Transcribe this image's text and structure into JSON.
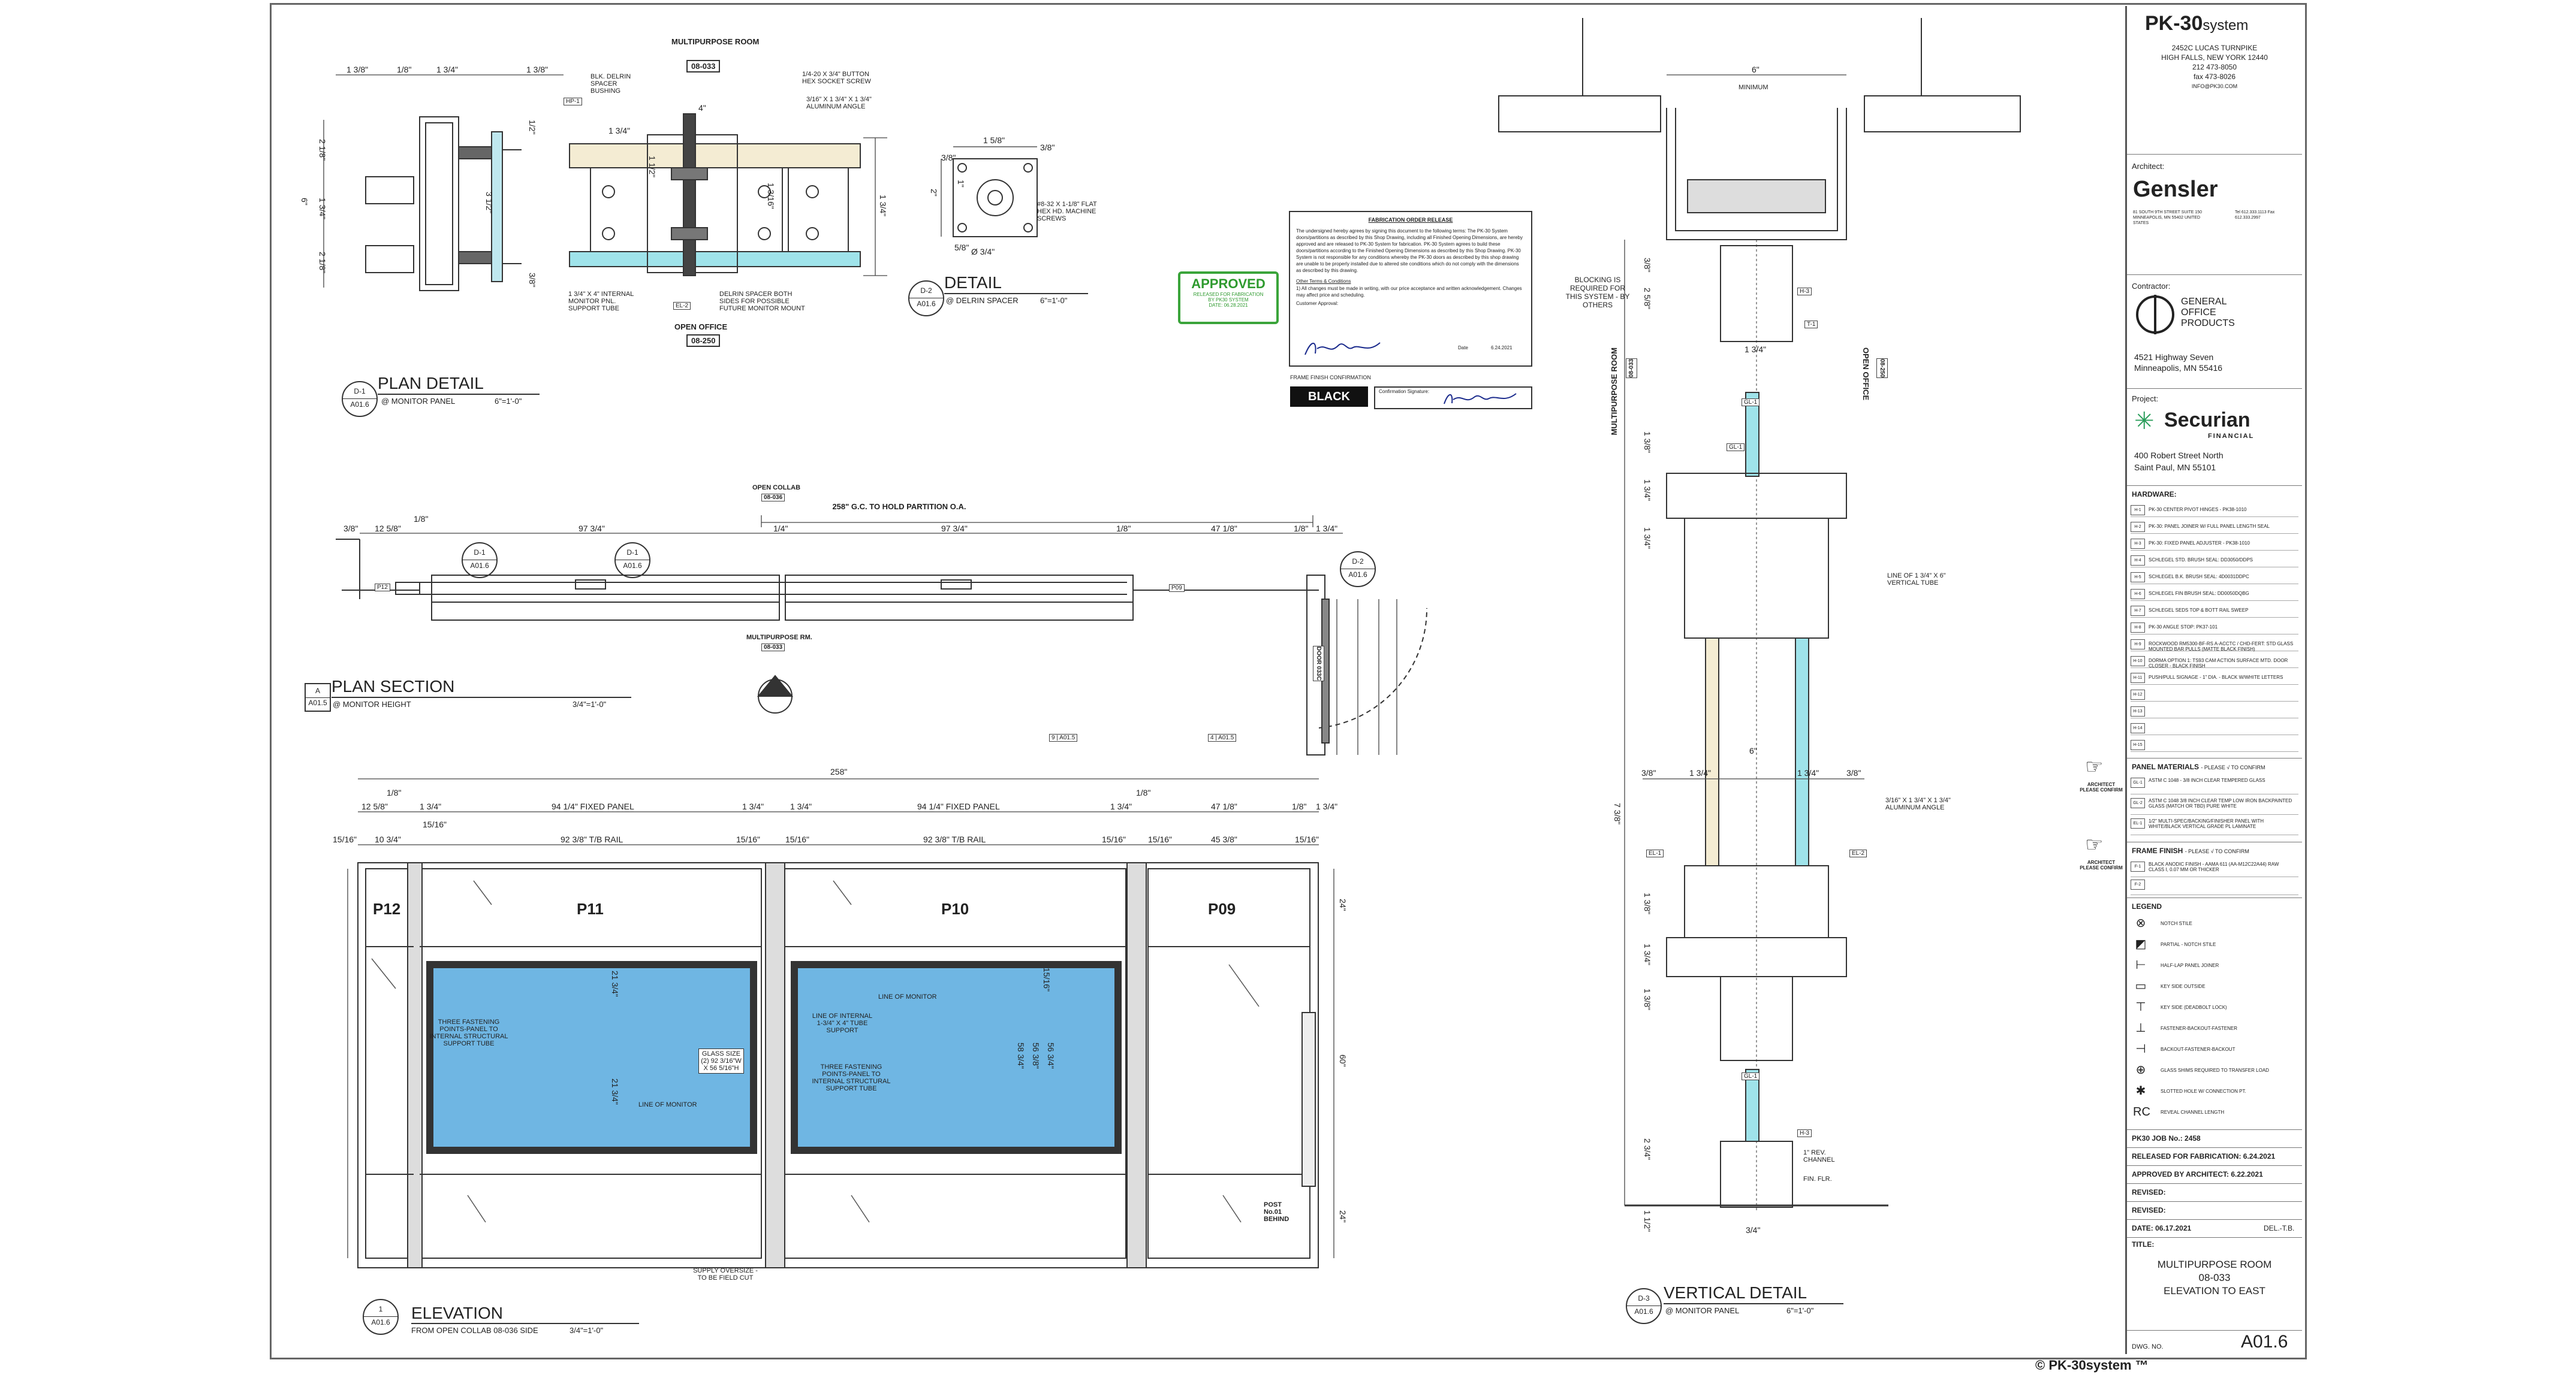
{
  "sheet": {
    "copyright": "© PK-30system ™",
    "accent_glass": "#6fb6e3",
    "accent_wood": "#f4ecd3",
    "accent_cyan": "#9fe3ea"
  },
  "plan_detail": {
    "title": "PLAN DETAIL",
    "subtitle": "@ MONITOR PANEL",
    "scale": "6\"=1'-0\"",
    "bubble_top": "D-1",
    "bubble_bot": "A01.6",
    "room_label": "MULTIPURPOSE ROOM",
    "room_tag": "08-033",
    "office_label": "OPEN OFFICE",
    "office_tag": "08-250",
    "notes": [
      "BLK. DELRIN SPACER BUSHING",
      "1/4-20 X 3/4\" BUTTON HEX SOCKET SCREW",
      "3/16\" X 1 3/4\" X 1 3/4\" ALUMINUM ANGLE",
      "1 3/4\" X 4\" INTERNAL MONITOR PNL. SUPPORT TUBE",
      "DELRIN SPACER BOTH SIDES FOR POSSIBLE FUTURE MONITOR MOUNT"
    ],
    "dims": [
      "1 3/8\"",
      "1/8\"",
      "1 3/4\"",
      "1 3/8\"",
      "1 3/4\"",
      "4\"",
      "2 1/8\"",
      "1 3/4\"",
      "2 1/8\"",
      "3 1/2\"",
      "1/2\"",
      "3/8\"",
      "6\"",
      "1 1/2\"",
      "1 3/16\"",
      "1 3/4\""
    ],
    "keys": [
      "HP-1",
      "EL-2",
      "EL-2"
    ]
  },
  "delrin_detail": {
    "title": "DETAIL",
    "subtitle": "@ DELRIN SPACER",
    "scale": "6\"=1'-0\"",
    "bubble_top": "D-2",
    "bubble_bot": "A01.6",
    "note": "#8-32 X 1-1/8\" FLAT HEX HD. MACHINE SCREWS",
    "dims": [
      "1 5/8\"",
      "3/8\"",
      "3/8\"",
      "1\"",
      "2\"",
      "5/8\"",
      "Ø 3/4\""
    ]
  },
  "fab_release": {
    "title": "FABRICATION ORDER RELEASE",
    "body": "The undersigned hereby agrees by signing this document to the following terms: The PK-30 System doors/partitions as described by this Shop Drawing, including all Finished Opening Dimensions, are hereby approved and are released to PK-30 System for fabrication. PK-30 System agrees to build these doors/partitions according to the Finished Opening Dimensions as described by this Shop Drawing. PK-30 System is not responsible for any conditions whereby the PK-30 doors as described by this shop drawing are unable to be properly installed due to altered site conditions which do not comply with the dimensions as described by this drawing.",
    "terms": "Other Terms & Conditions",
    "terms_body": "1) All changes must be made in writing, with our price acceptance and written acknowledgement. Changes may affect price and scheduling.",
    "customer": "Customer Approval:",
    "date_label": "Date",
    "date_value": "6.24.2021",
    "finish_title": "FRAME FINISH CONFIRMATION",
    "finish_value": "BLACK",
    "confirm_label": "Confirmation Signature:"
  },
  "approved_stamp": {
    "title": "APPROVED",
    "line1": "RELEASED FOR FABRICATION",
    "line2": "BY PK30 SYSTEM",
    "line3": "DATE: 06.28.2021"
  },
  "plan_section": {
    "title": "PLAN SECTION",
    "subtitle": "@ MONITOR HEIGHT",
    "scale": "3/4\"=1'-0\"",
    "bubble_top": "A",
    "bubble_bot": "A01.5",
    "top_label": "OPEN COLLAB",
    "top_tag": "08-036",
    "gc_note": "258\" G.C. TO HOLD PARTITION O.A.",
    "bottom_label": "MULTIPURPOSE RM.",
    "bottom_tag": "08-033",
    "door_tag": "DOOR 033C",
    "dims": [
      "3/8\"",
      "12 5/8\"",
      "1/8\"",
      "97 3/4\"",
      "1/4\"",
      "97 3/4\"",
      "1/8\"",
      "47 1/8\"",
      "1/8\"",
      "1 3/4\""
    ],
    "panel_tags": [
      "P12",
      "P09"
    ],
    "refs": [
      {
        "top": "D-1",
        "bot": "A01.6"
      },
      {
        "top": "D-1",
        "bot": "A01.6"
      },
      {
        "top": "D-2",
        "bot": "A01.6"
      }
    ]
  },
  "elevation": {
    "title": "ELEVATION",
    "subtitle": "FROM OPEN COLLAB 08-036 SIDE",
    "scale": "3/4\"=1'-0\"",
    "bubble_top": "1",
    "bubble_bot": "A01.6",
    "overall": "258\"",
    "top_dims": [
      "1/8\"",
      "12 5/8\"",
      "1 3/4\"",
      "94 1/4\" FIXED PANEL",
      "1 3/4\"",
      "1 3/4\"",
      "94 1/4\" FIXED PANEL",
      "1 3/4\"",
      "1/8\"",
      "47 1/8\"",
      "1/8\"",
      "1 3/4\""
    ],
    "rail_dims": [
      "15/16\"",
      "10 3/4\"",
      "15/16\"",
      "92 3/8\" T/B RAIL",
      "15/16\"",
      "15/16\"",
      "92 3/8\" T/B RAIL",
      "15/16\"",
      "15/16\"",
      "45 3/8\"",
      "15/16\""
    ],
    "panels": [
      "P12",
      "P11",
      "P10",
      "P09"
    ],
    "notes": [
      "THREE FASTENING POINTS-PANEL TO INTERNAL STRUCTURAL SUPPORT TUBE",
      "LINE OF MONITOR",
      "GLASS SIZE (2) 92 3/16\"W X 56 5/16\"H",
      "LINE OF MONITOR",
      "LINE OF INTERNAL 1-3/4\" X 4\" TUBE SUPPORT",
      "THREE FASTENING POINTS-PANEL TO INTERNAL STRUCTURAL SUPPORT TUBE",
      "POST No.01 BEHIND",
      "SUPPLY OVERSIZE - TO BE FIELD CUT"
    ],
    "glass_dims": [
      "21 3/4\"",
      "21 3/4\"",
      "15/16\"",
      "58 3/4\"",
      "56 3/8\"",
      "56 3/4\""
    ],
    "right_dims": [
      "24\"",
      "60\"",
      "24\""
    ],
    "section_ref_a": {
      "num": "9",
      "sheet": "A01.5"
    },
    "section_ref_b": {
      "num": "4",
      "sheet": "A01.5"
    }
  },
  "vertical_detail": {
    "title": "VERTICAL DETAIL",
    "subtitle": "@ MONITOR PANEL",
    "scale": "6\"=1'-0\"",
    "bubble_top": "D-3",
    "bubble_bot": "A01.6",
    "dim_top": "6\"",
    "dim_top_sub": "MINIMUM",
    "blocking": "BLOCKING IS REQUIRED FOR THIS SYSTEM - BY OTHERS",
    "left_room": "MULTIPURPOSE ROOM",
    "left_tag": "08-033",
    "right_room": "OPEN OFFICE",
    "right_tag": "08-250",
    "line_tube": "LINE OF 1 3/4\" X 6\" VERTICAL TUBE",
    "angle": "3/16\" X 1 3/4\" X 1 3/4\" ALUMINUM ANGLE",
    "channel": "1\" REV. CHANNEL",
    "floor": "FIN. FLR.",
    "dims": [
      "3/8\"",
      "2 5/8\"",
      "1 3/4\"",
      "1 3/8\"",
      "1 3/4\"",
      "1 3/4\"",
      "6\"",
      "3/8\"",
      "1 3/4\"",
      "1 3/4\"",
      "3/8\"",
      "7 3/8\"",
      "1 3/8\"",
      "1 3/4\"",
      "1 3/8\"",
      "2 3/4\"",
      "1 1/2\"",
      "3/4\""
    ],
    "keys": [
      "H-3",
      "T-1",
      "GL-1",
      "GL-1",
      "EL-1",
      "EL-2",
      "H-3",
      "GL-1"
    ]
  },
  "title_block": {
    "brand": "PK-30",
    "brand_suffix": "system",
    "company_lines": [
      "2452C LUCAS TURNPIKE",
      "HIGH FALLS, NEW YORK 12440",
      "212 473-8050",
      "fax 473-8026",
      "INFO@PK30.COM"
    ],
    "architect_label": "Architect:",
    "architect": "Gensler",
    "architect_addr": "81 SOUTH 9TH STREET SUITE 150 MINNEAPOLIS, MN 55402 UNITED STATES",
    "architect_tel": "Tel 612.333.1113 Fax 612.333.2997",
    "contractor_label": "Contractor:",
    "contractor": "GENERAL OFFICE PRODUCTS",
    "contractor_addr1": "4521 Highway Seven",
    "contractor_addr2": "Minneapolis, MN 55416",
    "project_label": "Project:",
    "project": "Securian",
    "project_sub": "FINANCIAL",
    "project_addr1": "400 Robert Street North",
    "project_addr2": "Saint Paul, MN 55101",
    "hardware_label": "HARDWARE:",
    "hardware": [
      {
        "code": "H-1",
        "text": "PK-30 CENTER PIVOT HINGES - PK38-1010"
      },
      {
        "code": "H-2",
        "text": "PK-30: PANEL JOINER W/ FULL PANEL LENGTH SEAL"
      },
      {
        "code": "H-3",
        "text": "PK-30: FIXED PANEL ADJUSTER - PK38-1010"
      },
      {
        "code": "H-4",
        "text": "SCHLEGEL STD. BRUSH SEAL: DD3050/DDPS"
      },
      {
        "code": "H-5",
        "text": "SCHLEGEL B.K. BRUSH SEAL: 4D0031DDPC"
      },
      {
        "code": "H-6",
        "text": "SCHLEGEL FIN BRUSH SEAL: DD0050DQBG"
      },
      {
        "code": "H-7",
        "text": "SCHLEGEL SEDS TOP & BOTT RAIL SWEEP"
      },
      {
        "code": "H-8",
        "text": "PK-30 ANGLE STOP: PK37-101"
      },
      {
        "code": "H-9",
        "text": "ROCKWOOD RM5300-BF-RS A-ACCTC / CHD-FERT: STD GLASS MOUNTED BAR PULLS (MATTE BLACK FINISH)"
      },
      {
        "code": "H-10",
        "text": "DORMA OPTION 1: TS93 CAM ACTION SURFACE MTD. DOOR CLOSER - BLACK FINISH"
      },
      {
        "code": "H-11",
        "text": "PUSH/PULL SIGNAGE - 1\" DIA. - BLACK W/WHITE LETTERS"
      },
      {
        "code": "H-12",
        "text": ""
      },
      {
        "code": "H-13",
        "text": ""
      },
      {
        "code": "H-14",
        "text": ""
      },
      {
        "code": "H-15",
        "text": ""
      }
    ],
    "panel_materials_label": "PANEL MATERIALS",
    "panel_materials_hint": "- PLEASE √ TO CONFIRM",
    "panel_materials": [
      {
        "code": "GL-1",
        "text": "ASTM C 1048 - 3/8 INCH CLEAR TEMPERED GLASS"
      },
      {
        "code": "GL-2",
        "text": "ASTM C 1048 3/8 INCH CLEAR TEMP LOW IRON BACKPAINTED GLASS (MATCH OR TBD) PURE WHITE"
      },
      {
        "code": "EL-1",
        "text": "1/2\" MULTI-SPEC/BACKING/FINISHER PANEL WITH WHITE/BLACK VERTICAL GRADE PL LAMINATE"
      }
    ],
    "frame_finish_label": "FRAME FINISH",
    "frame_finish_hint": "- PLEASE √ TO CONFIRM",
    "frame_finish": [
      {
        "code": "F-1",
        "text": "BLACK ANODIC FINISH - AAMA 611 (AA-M12C22A44) RAW CLASS I, 0.07 MM OR THICKER"
      },
      {
        "code": "F-2",
        "text": ""
      }
    ],
    "architect_confirm": "ARCHITECT PLEASE CONFIRM",
    "legend_label": "LEGEND",
    "legend": [
      {
        "sym": "⊗",
        "text": "NOTCH STILE"
      },
      {
        "sym": "◩",
        "text": "PARTIAL - NOTCH STILE"
      },
      {
        "sym": "⊢",
        "text": "HALF-LAP PANEL JOINER"
      },
      {
        "sym": "▭",
        "text": "KEY SIDE OUTSIDE"
      },
      {
        "sym": "⊤",
        "text": "KEY SIDE (DEADBOLT LOCK)"
      },
      {
        "sym": "⊥",
        "text": "FASTENER-BACKOUT-FASTENER"
      },
      {
        "sym": "⊣",
        "text": "BACKOUT-FASTENER-BACKOUT"
      },
      {
        "sym": "⊕",
        "text": "GLASS SHIMS REQUIRED TO TRANSFER LOAD"
      },
      {
        "sym": "✱",
        "text": "SLOTTED HOLE W/ CONNECTION PT."
      },
      {
        "sym": "RC",
        "text": "REVEAL CHANNEL LENGTH"
      }
    ],
    "job_label": "PK30 JOB No.: 2458",
    "released": "RELEASED FOR FABRICATION: 6.24.2021",
    "approved": "APPROVED BY ARCHITECT: 6.22.2021",
    "revised1": "REVISED:",
    "revised2": "REVISED:",
    "date": "DATE: 06.17.2021",
    "drawn": "DEL.-T.B.",
    "title_label": "TITLE:",
    "title_lines": [
      "MULTIPURPOSE ROOM",
      "08-033",
      "ELEVATION TO EAST"
    ],
    "dwg_label": "DWG. NO.",
    "dwg_no": "A01.6"
  }
}
